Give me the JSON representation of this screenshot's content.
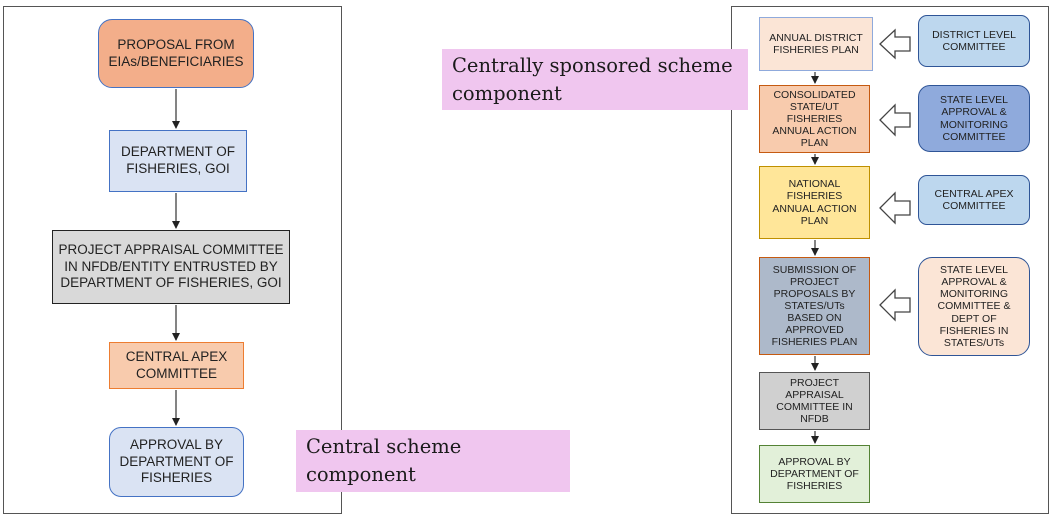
{
  "left_flow": {
    "proposal": "PROPOSAL FROM\nEIAs/BENEFICIARIES",
    "department": "DEPARTMENT OF\nFISHERIES, GOI",
    "appraisal": "PROJECT APPRAISAL COMMITTEE\nIN NFDB/ENTITY ENTRUSTED BY\nDEPARTMENT OF FISHERIES, GOI",
    "apex": "CENTRAL APEX\nCOMMITTEE",
    "approval": "APPROVAL BY\nDEPARTMENT OF\nFISHERIES"
  },
  "labels": {
    "central": "Central scheme\ncomponent",
    "css": "Centrally sponsored scheme\ncomponent"
  },
  "right_flow": {
    "annual_district": "ANNUAL DISTRICT\nFISHERIES PLAN",
    "consolidated": "CONSOLIDATED\nSTATE/UT\nFISHERIES\nANNUAL ACTION\nPLAN",
    "national": "NATIONAL\nFISHERIES\nANNUAL ACTION\nPLAN",
    "submission": "SUBMISSION OF\nPROJECT\nPROPOSALS BY\nSTATES/UTs\nBASED ON\nAPPROVED\nFISHERIES PLAN",
    "appraisal": "PROJECT\nAPPRAISAL\nCOMMITTEE IN\nNFDB",
    "approval": "APPROVAL BY\nDEPARTMENT OF\nFISHERIES"
  },
  "committees": {
    "district": "DISTRICT LEVEL\nCOMMITTEE",
    "state": "STATE LEVEL\nAPPROVAL &\nMONITORING\nCOMMITTEE",
    "central_apex": "CENTRAL APEX\nCOMMITTEE",
    "state_dept": "STATE LEVEL\nAPPROVAL &\nMONITORING\nCOMMITTEE &\nDEPT OF\nFISHERIES IN\nSTATES/UTs"
  },
  "colors": {
    "orange": "#f3ae8a",
    "peach": "#f8cbad",
    "light_blue": "#dae3f3",
    "gray": "#d9d9d9",
    "dark_gray": "#d0d0d0",
    "yellow": "#ffe699",
    "slate": "#adb9ca",
    "green": "#e2f0d9",
    "sky": "#bdd7ee",
    "periwinkle": "#8faadc",
    "pink_label": "#f0c6ef"
  }
}
